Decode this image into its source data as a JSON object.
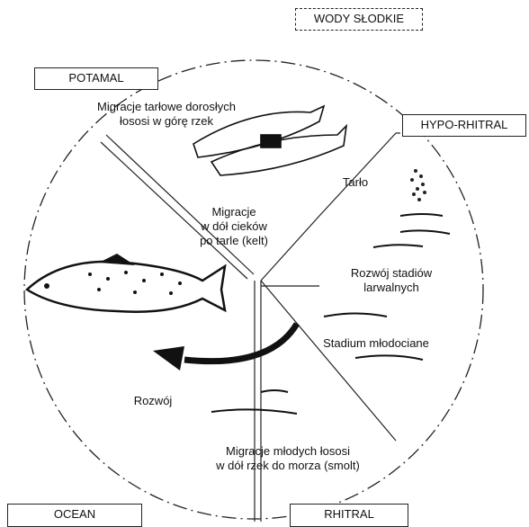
{
  "boxes": {
    "wody_slodkie": "WODY SŁODKIE",
    "potamal": "POTAMAL",
    "hypo_rhitral": "HYPO-RHITRAL",
    "ocean": "OCEAN",
    "rhitral": "RHITRAL"
  },
  "stages": {
    "spawning_migration": [
      "Migracje tarłowe dorosłych",
      "łososi w górę rzek"
    ],
    "spawning": "Tarło",
    "kelt_migration": [
      "Migracje",
      "w dół cieków",
      "po tarle (kelt)"
    ],
    "larval_development": [
      "Rozwój stadiów",
      "larwalnych"
    ],
    "juvenile_stage": "Stadium młodociane",
    "development": "Rozwój",
    "smolt_migration": [
      "Migracje młodych łososi",
      "w dół rzek do morza (smolt)"
    ]
  },
  "icons": [
    "salmon-icon",
    "spawning-fish-icon",
    "egg-cluster-icon",
    "larva-icon",
    "juvenile-fish-icon",
    "smolt-fish-icon"
  ]
}
